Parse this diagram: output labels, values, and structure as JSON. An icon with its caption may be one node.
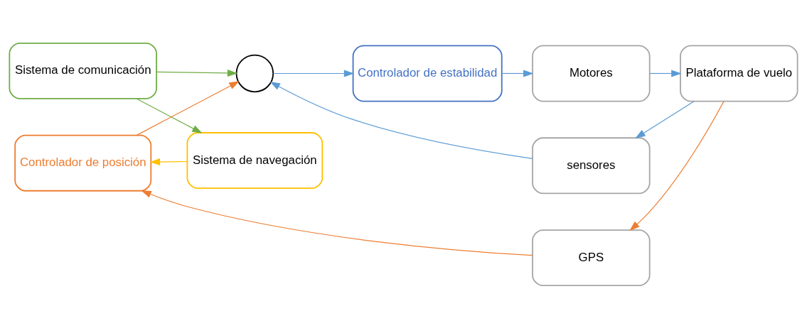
{
  "diagram": {
    "nodes": [
      {
        "text": [
          "Sistema de comunicación"
        ]
      },
      {
        "text": [
          "Sistema de navegación"
        ]
      },
      {
        "text": [
          "Controlador de posición"
        ]
      },
      {
        "text": [],
        "shape": "circle"
      },
      {
        "text": [
          "Controlador de estabilidad"
        ]
      },
      {
        "text": [
          "Motores"
        ]
      },
      {
        "text": [
          "Plataforma de vuelo"
        ]
      },
      {
        "text": [
          "sensores"
        ]
      },
      {
        "text": [
          "GPS"
        ]
      }
    ],
    "edges": [
      {
        "from": 0,
        "to": 1,
        "arrow": "to",
        "color": "#70ad47"
      },
      {
        "from": 0,
        "to": 3,
        "arrow": "to",
        "color": "#70ad47"
      },
      {
        "from": 1,
        "to": 2,
        "arrow": "to",
        "color": "#ffc000"
      },
      {
        "from": 2,
        "to": 3,
        "arrow": "to",
        "color": "#ed7d31"
      },
      {
        "from": 3,
        "to": 4,
        "arrow": "to"
      },
      {
        "from": 4,
        "to": 5,
        "arrow": "to"
      },
      {
        "from": 5,
        "to": 6,
        "arrow": "to"
      },
      {
        "from": 6,
        "to": 7,
        "arrow": "to"
      },
      {
        "from": 7,
        "to": 3,
        "arrow": "to"
      },
      {
        "from": 6,
        "to": 8,
        "arrow": "to",
        "color": "#ed7d31"
      },
      {
        "from": 8,
        "to": 2,
        "arrow": "to",
        "color": "#ed7d31"
      }
    ]
  }
}
